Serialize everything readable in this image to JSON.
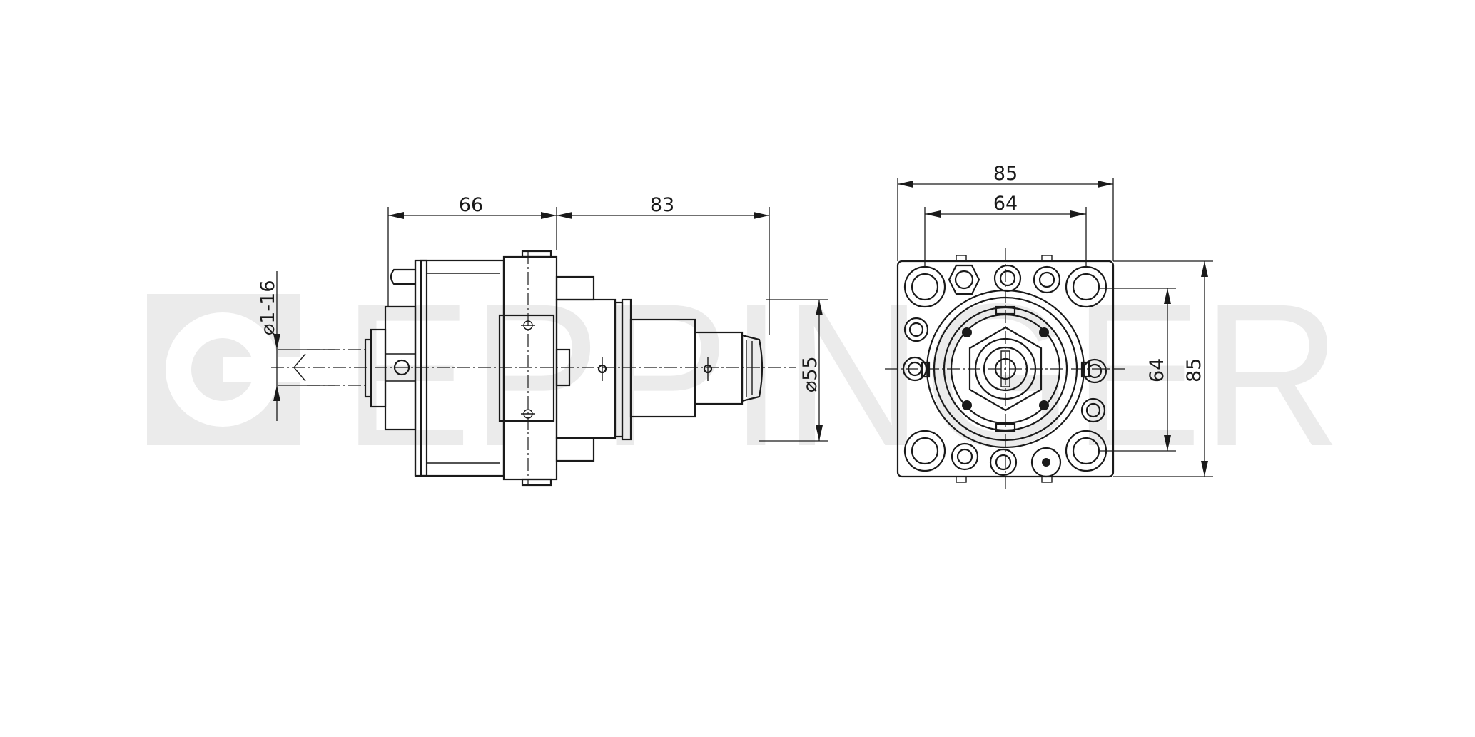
{
  "watermark": {
    "text": "EPPINGER",
    "color": "#ebebeb"
  },
  "dimensions": {
    "side_length_1": "66",
    "side_length_2": "83",
    "collet_range": "⌀1-16",
    "shaft_diameter": "⌀55",
    "front_width_outer": "85",
    "front_width_inner": "64",
    "front_height_inner": "64",
    "front_height_outer": "85"
  },
  "colors": {
    "line": "#1a1a1a",
    "background": "#ffffff"
  }
}
